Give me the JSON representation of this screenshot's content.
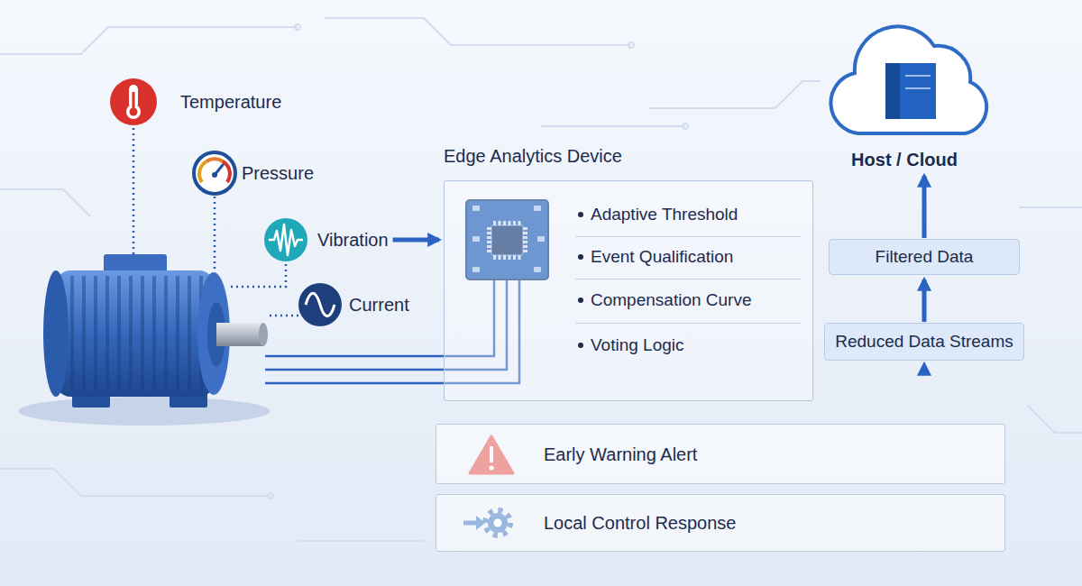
{
  "diagram": {
    "nodes": [
      {
        "text": [
          "Temperature"
        ]
      },
      {
        "text": [
          "Pressure"
        ]
      },
      {
        "text": [
          "Vibration"
        ]
      },
      {
        "text": [
          "Current"
        ]
      },
      {
        "text": [
          "Edge Analytics Device",
          "Adaptive Threshold",
          "Event Qualification",
          "Compensation Curve",
          "Voting Logic"
        ]
      },
      {
        "text": [
          "Host / Cloud"
        ]
      },
      {
        "text": [
          "Filtered Data"
        ]
      },
      {
        "text": [
          "Reduced Data Streams"
        ]
      },
      {
        "text": [
          "Early Warning Alert"
        ]
      },
      {
        "text": [
          "Local Control Response"
        ]
      }
    ],
    "edges": [
      {
        "from": 2,
        "to": 4,
        "arrow": "to"
      },
      {
        "from": 7,
        "to": 6,
        "arrow": "to"
      },
      {
        "from": 6,
        "to": 5,
        "arrow": "to"
      }
    ]
  }
}
